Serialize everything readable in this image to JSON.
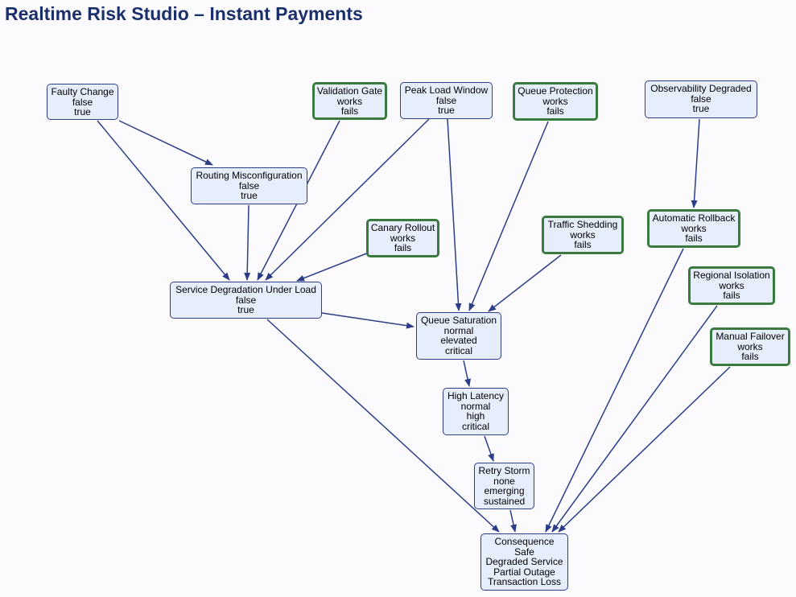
{
  "title": "Realtime Risk Studio – Instant Payments",
  "colors": {
    "node_fill": "#e6eefb",
    "node_border": "#2f3d86",
    "control_border": "#3a7a3f",
    "edge": "#2b3d86",
    "title": "#1b2f6b"
  },
  "nodes": {
    "faulty_change": {
      "label": "Faulty Change",
      "states": [
        "false",
        "true"
      ]
    },
    "validation_gate": {
      "label": "Validation Gate",
      "states": [
        "works",
        "fails"
      ]
    },
    "peak_load_window": {
      "label": "Peak Load Window",
      "states": [
        "false",
        "true"
      ]
    },
    "queue_protection": {
      "label": "Queue Protection",
      "states": [
        "works",
        "fails"
      ]
    },
    "observability_degraded": {
      "label": "Observability Degraded",
      "states": [
        "false",
        "true"
      ]
    },
    "routing_misconfiguration": {
      "label": "Routing Misconfiguration",
      "states": [
        "false",
        "true"
      ]
    },
    "canary_rollout": {
      "label": "Canary Rollout",
      "states": [
        "works",
        "fails"
      ]
    },
    "traffic_shedding": {
      "label": "Traffic Shedding",
      "states": [
        "works",
        "fails"
      ]
    },
    "automatic_rollback": {
      "label": "Automatic Rollback",
      "states": [
        "works",
        "fails"
      ]
    },
    "service_degradation": {
      "label": "Service Degradation Under Load",
      "states": [
        "false",
        "true"
      ]
    },
    "regional_isolation": {
      "label": "Regional Isolation",
      "states": [
        "works",
        "fails"
      ]
    },
    "queue_saturation": {
      "label": "Queue Saturation",
      "states": [
        "normal",
        "elevated",
        "critical"
      ]
    },
    "manual_failover": {
      "label": "Manual Failover",
      "states": [
        "works",
        "fails"
      ]
    },
    "high_latency": {
      "label": "High Latency",
      "states": [
        "normal",
        "high",
        "critical"
      ]
    },
    "retry_storm": {
      "label": "Retry Storm",
      "states": [
        "none",
        "emerging",
        "sustained"
      ]
    },
    "consequence": {
      "label": "Consequence",
      "states": [
        "Safe",
        "Degraded Service",
        "Partial Outage",
        "Transaction Loss"
      ]
    }
  }
}
